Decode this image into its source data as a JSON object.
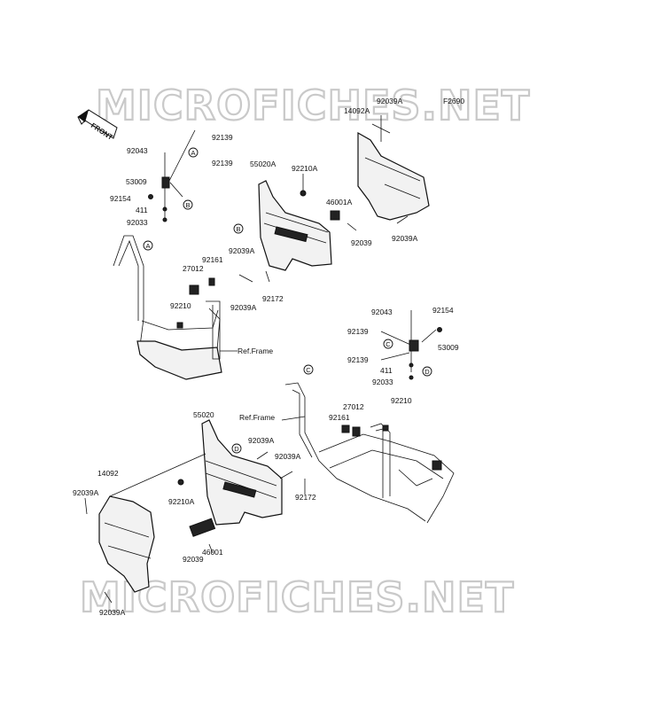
{
  "watermark": "MICROFICHES.NET",
  "figure_code": "F2690",
  "front_label": "FRONT",
  "ref_frame_label": "Ref.Frame",
  "callouts": [
    "A",
    "B",
    "C",
    "D"
  ],
  "labels": {
    "p92139_a": "92139",
    "p92043_a": "92043",
    "p92139_b": "92139",
    "p53009_a": "53009",
    "p92154_a": "92154",
    "p411_a": "411",
    "p92033_a": "92033",
    "p55020A": "55020A",
    "p92210A_top": "92210A",
    "p46001A": "46001A",
    "p92039_top": "92039",
    "p92039A_mid": "92039A",
    "p92172_top": "92172",
    "p92039A_mid2": "92039A",
    "p92161_a": "92161",
    "p27012_a": "27012",
    "p92210_a": "92210",
    "p92039A_tr": "92039A",
    "p14092A": "14092A",
    "p92039A_tr2": "92039A",
    "p92043_b": "92043",
    "p92154_b": "92154",
    "p92139_c": "92139",
    "p53009_b": "53009",
    "p92139_d": "92139",
    "p411_b": "411",
    "p92033_b": "92033",
    "p27012_b": "27012",
    "p92210_b": "92210",
    "p92161_b": "92161",
    "p55020": "55020",
    "p92039A_bot1": "92039A",
    "p92039A_bot2": "92039A",
    "p14092": "14092",
    "p92039A_left": "92039A",
    "p92210A_bot": "92210A",
    "p92172_bot": "92172",
    "p92039_bot": "92039",
    "p46001": "46001",
    "p92039A_bottom": "92039A"
  }
}
